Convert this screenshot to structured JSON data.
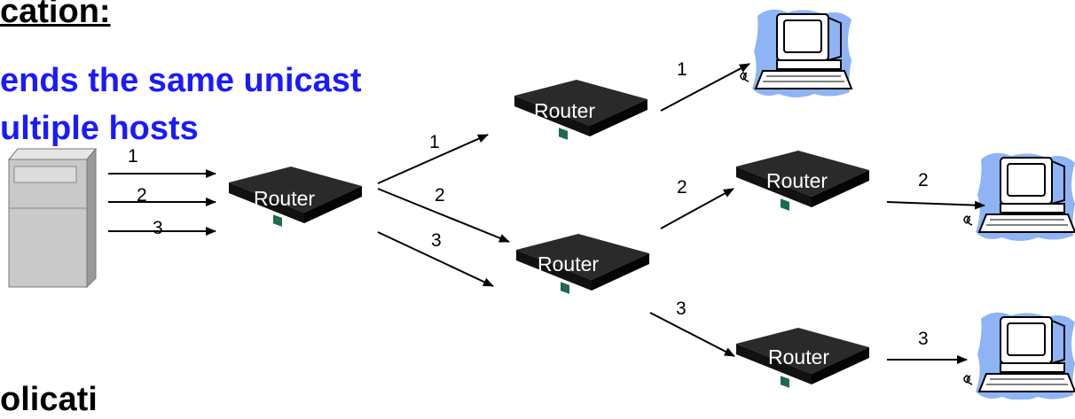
{
  "heading": {
    "title_fragment": "cation:",
    "line1": "ends the same unicast",
    "line2": "ultiple hosts",
    "bottom_fragment": "olicati"
  },
  "diagram": {
    "router_label": "Router",
    "labels": {
      "server_1": "1",
      "server_2": "2",
      "server_3": "3",
      "r1_out_1": "1",
      "r1_out_2": "2",
      "r1_out_3": "3",
      "top_router_out": "1",
      "mid_router_out": "2",
      "bottom_branch_in": "2",
      "bottom_branch_low": "3",
      "bottom_right_out": "3"
    },
    "colors": {
      "host_bg": "#8fb4f5",
      "router_body": "#1c1c1c",
      "server_body": "#c9c9c9"
    }
  }
}
